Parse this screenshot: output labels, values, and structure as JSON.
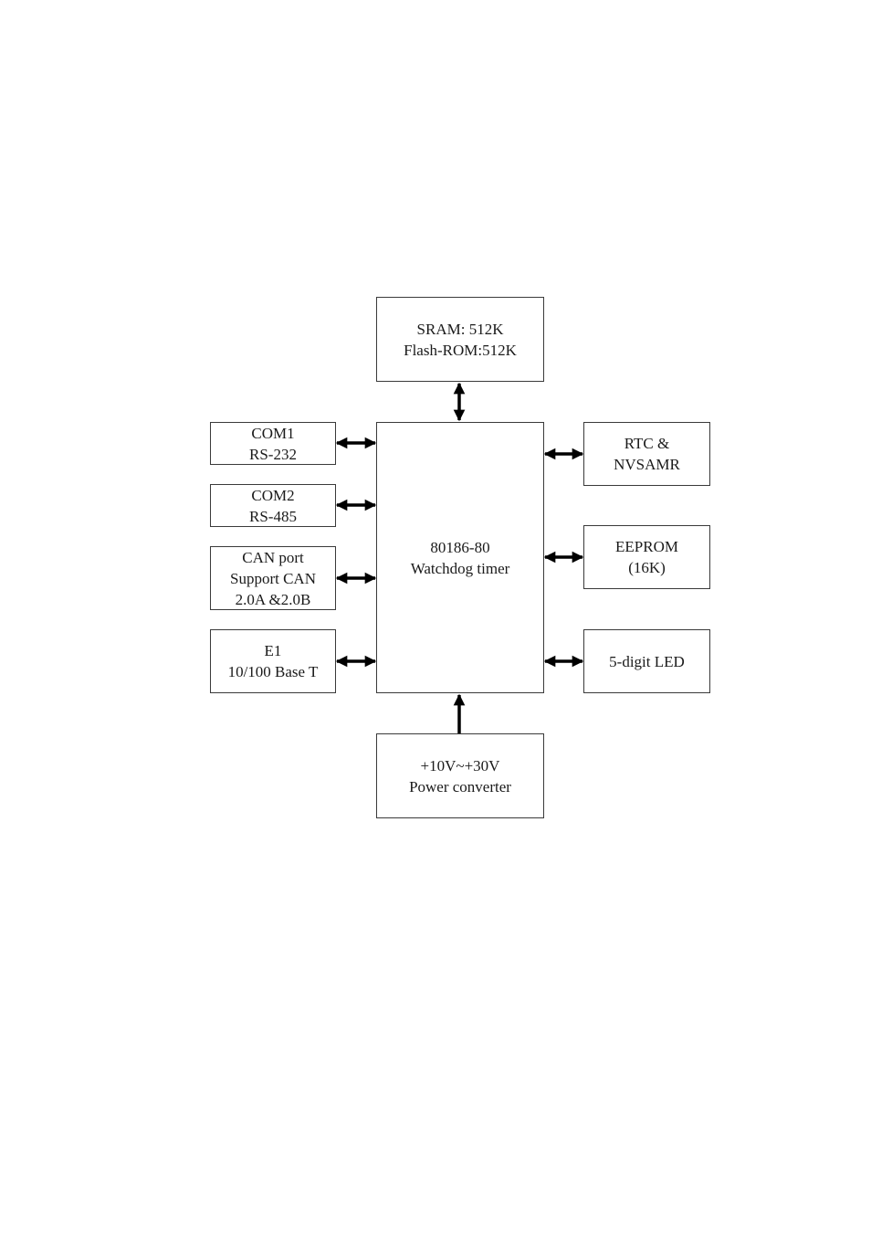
{
  "blocks": {
    "memory": {
      "line1": "SRAM: 512K",
      "line2": "Flash-ROM:512K"
    },
    "cpu": {
      "line1": "80186-80",
      "line2": "Watchdog timer"
    },
    "com1": {
      "line1": "COM1",
      "line2": "RS-232"
    },
    "com2": {
      "line1": "COM2",
      "line2": "RS-485"
    },
    "can": {
      "line1": "CAN port",
      "line2": "Support CAN",
      "line3": "2.0A &2.0B"
    },
    "ethernet": {
      "line1": "E1",
      "line2": "10/100 Base T"
    },
    "rtc": {
      "line1": "RTC &",
      "line2": "NVSAMR"
    },
    "eeprom": {
      "line1": "EEPROM",
      "line2": "(16K)"
    },
    "led": {
      "line1": "5-digit LED"
    },
    "power": {
      "line1": "+10V~+30V",
      "line2": "Power converter"
    }
  },
  "connections": [
    {
      "from": "memory",
      "to": "cpu",
      "direction": "bidirectional"
    },
    {
      "from": "com1",
      "to": "cpu",
      "direction": "bidirectional"
    },
    {
      "from": "com2",
      "to": "cpu",
      "direction": "bidirectional"
    },
    {
      "from": "can",
      "to": "cpu",
      "direction": "bidirectional"
    },
    {
      "from": "ethernet",
      "to": "cpu",
      "direction": "bidirectional"
    },
    {
      "from": "rtc",
      "to": "cpu",
      "direction": "bidirectional"
    },
    {
      "from": "eeprom",
      "to": "cpu",
      "direction": "bidirectional"
    },
    {
      "from": "led",
      "to": "cpu",
      "direction": "bidirectional"
    },
    {
      "from": "power",
      "to": "cpu",
      "direction": "unidirectional"
    }
  ]
}
